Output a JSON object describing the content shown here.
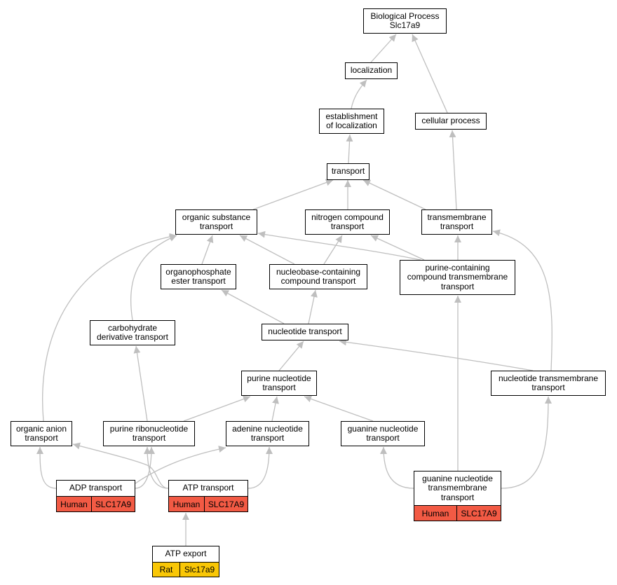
{
  "colors": {
    "human": "#f25a44",
    "rat": "#f9c706",
    "edge": "#bfbfbf"
  },
  "nodes": {
    "bp": "Biological Process\nSlc17a9",
    "localization": "localization",
    "establishment": "establishment\nof localization",
    "cellular": "cellular process",
    "transport": "transport",
    "organic_substance": "organic substance\ntransport",
    "nitrogen_compound": "nitrogen compound\ntransport",
    "transmembrane": "transmembrane\ntransport",
    "organophosphate": "organophosphate\nester transport",
    "nucleobase": "nucleobase-containing\ncompound transport",
    "purine_containing": "purine-containing\ncompound transmembrane\ntransport",
    "carbohydrate": "carbohydrate\nderivative transport",
    "nucleotide": "nucleotide transport",
    "purine_nucleotide": "purine nucleotide\ntransport",
    "nucleotide_tm": "nucleotide transmembrane\ntransport",
    "organic_anion": "organic anion\ntransport",
    "purine_ribo": "purine ribonucleotide\ntransport",
    "adenine": "adenine nucleotide\ntransport",
    "guanine": "guanine nucleotide\ntransport",
    "adp": "ADP transport",
    "atp": "ATP transport",
    "guanine_tm": "guanine nucleotide\ntransmembrane\ntransport",
    "atp_export": "ATP export"
  },
  "annotations": {
    "adp": {
      "species": "Human",
      "gene": "SLC17A9"
    },
    "atp": {
      "species": "Human",
      "gene": "SLC17A9"
    },
    "guanine_tm": {
      "species": "Human",
      "gene": "SLC17A9"
    },
    "atp_export": {
      "species": "Rat",
      "gene": "Slc17a9"
    }
  }
}
